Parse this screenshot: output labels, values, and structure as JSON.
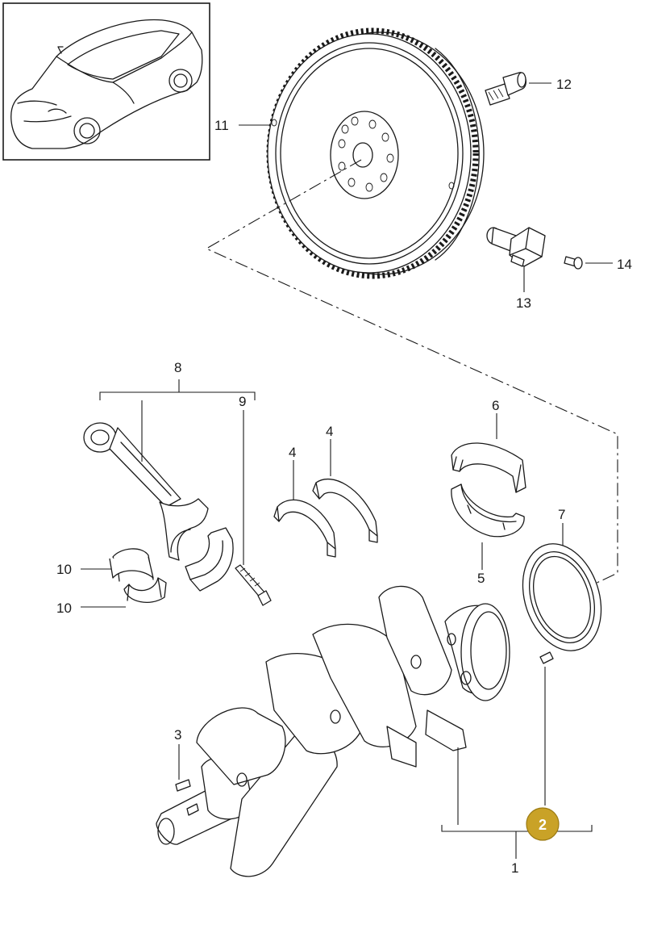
{
  "labels": {
    "p1": "1",
    "p2": "2",
    "p3": "3",
    "p4a": "4",
    "p4b": "4",
    "p5": "5",
    "p6": "6",
    "p7": "7",
    "p8": "8",
    "p9": "9",
    "p10a": "10",
    "p10b": "10",
    "p11": "11",
    "p12": "12",
    "p13": "13",
    "p14": "14"
  },
  "highlight": {
    "label": "2",
    "color": "#c9a227"
  },
  "icons": {
    "thumbnail": "car-thumbnail-icon"
  }
}
